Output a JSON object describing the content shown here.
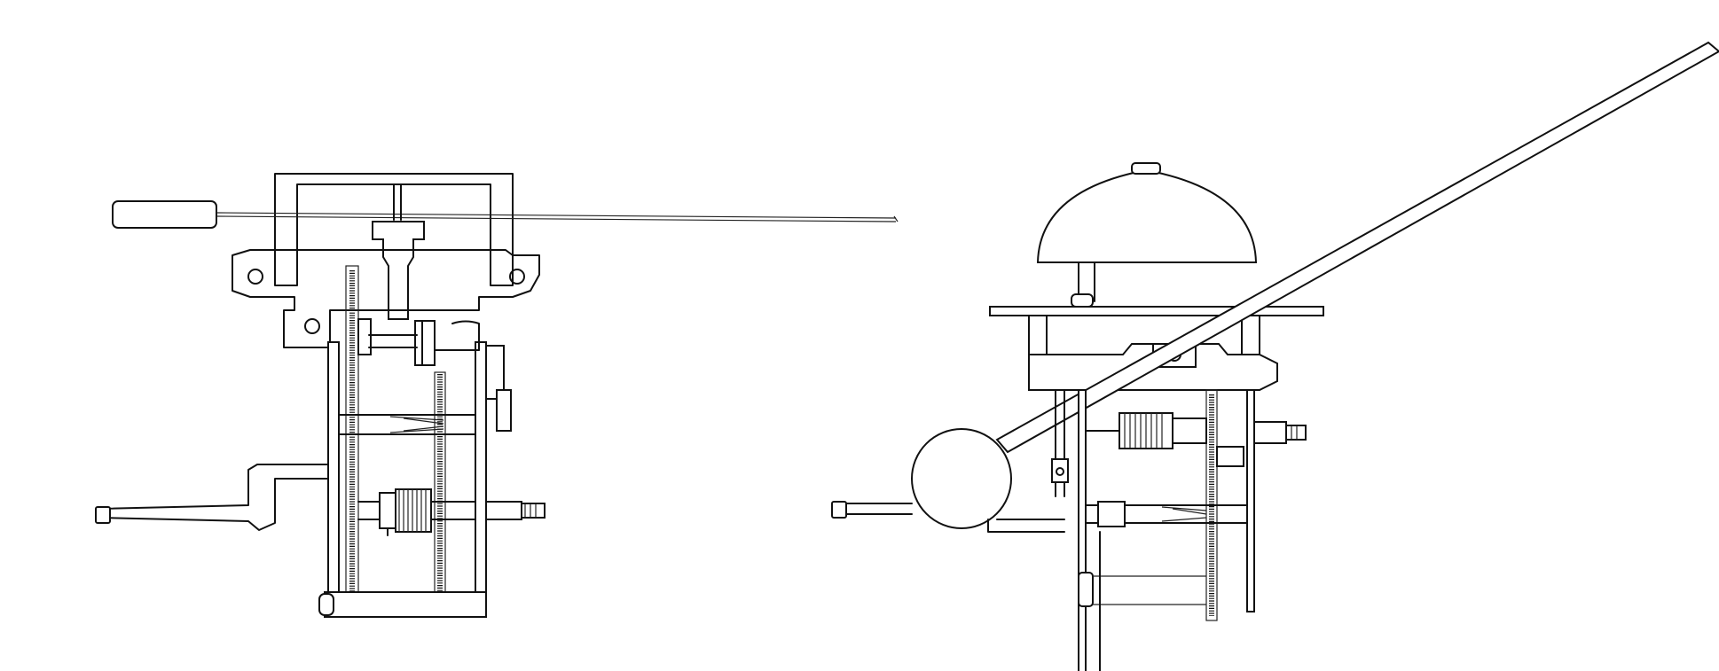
{
  "figure": {
    "views": [
      {
        "id": "left",
        "view": "front-elevation",
        "parts": [
          "frame",
          "gear-train",
          "winding-arbor",
          "clapper-rod",
          "counterweight-handle"
        ]
      },
      {
        "id": "right",
        "view": "side-elevation",
        "parts": [
          "bell-dome",
          "pendulum-rod",
          "pendulum-bob",
          "frame",
          "gear-train",
          "winding-arbor"
        ]
      }
    ],
    "colors": {
      "ink": "#111111",
      "paper": "#ffffff"
    }
  }
}
